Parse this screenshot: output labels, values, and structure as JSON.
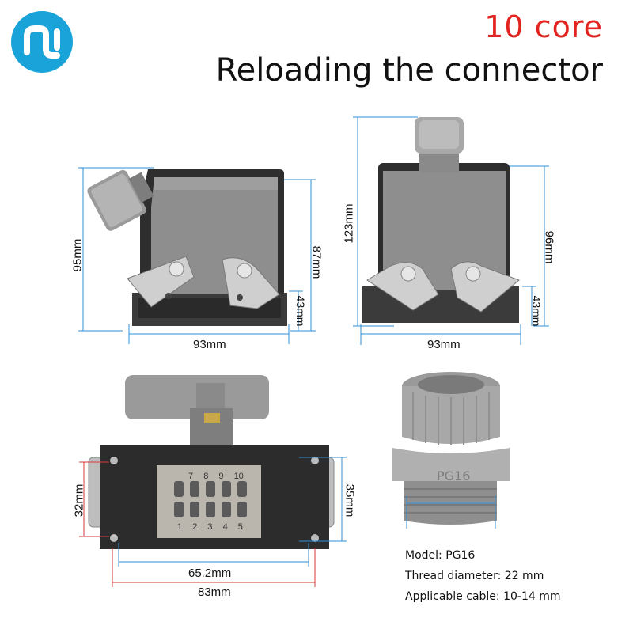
{
  "header": {
    "subtitle": "10 core",
    "title": "Reloading the connector"
  },
  "logo": {
    "icon": "brand-logo-icon",
    "color": "#1aa3d8"
  },
  "side_view": {
    "height_left": "95mm",
    "height_right": "87mm",
    "base_height": "43mm",
    "width": "93mm"
  },
  "front_view": {
    "total_height": "123mm",
    "body_height": "96mm",
    "base_height": "43mm",
    "width": "93mm"
  },
  "bottom_view": {
    "inner_height": "32mm",
    "outer_height": "35mm",
    "inner_width": "65.2mm",
    "outer_width": "83mm",
    "pin_top": [
      "7",
      "8",
      "9",
      "10"
    ],
    "pin_bottom": [
      "1",
      "2",
      "3",
      "4",
      "5"
    ]
  },
  "gland": {
    "marking": "PG16",
    "specs": [
      "Model: PG16",
      "Thread diameter: 22 mm",
      "Applicable cable: 10-14 mm"
    ]
  },
  "colors": {
    "accent_red": "#e3231f",
    "dimension_blue": "#2f8fd6",
    "dimension_red": "#d33a3a",
    "housing_grey": "#8c8c8c"
  }
}
